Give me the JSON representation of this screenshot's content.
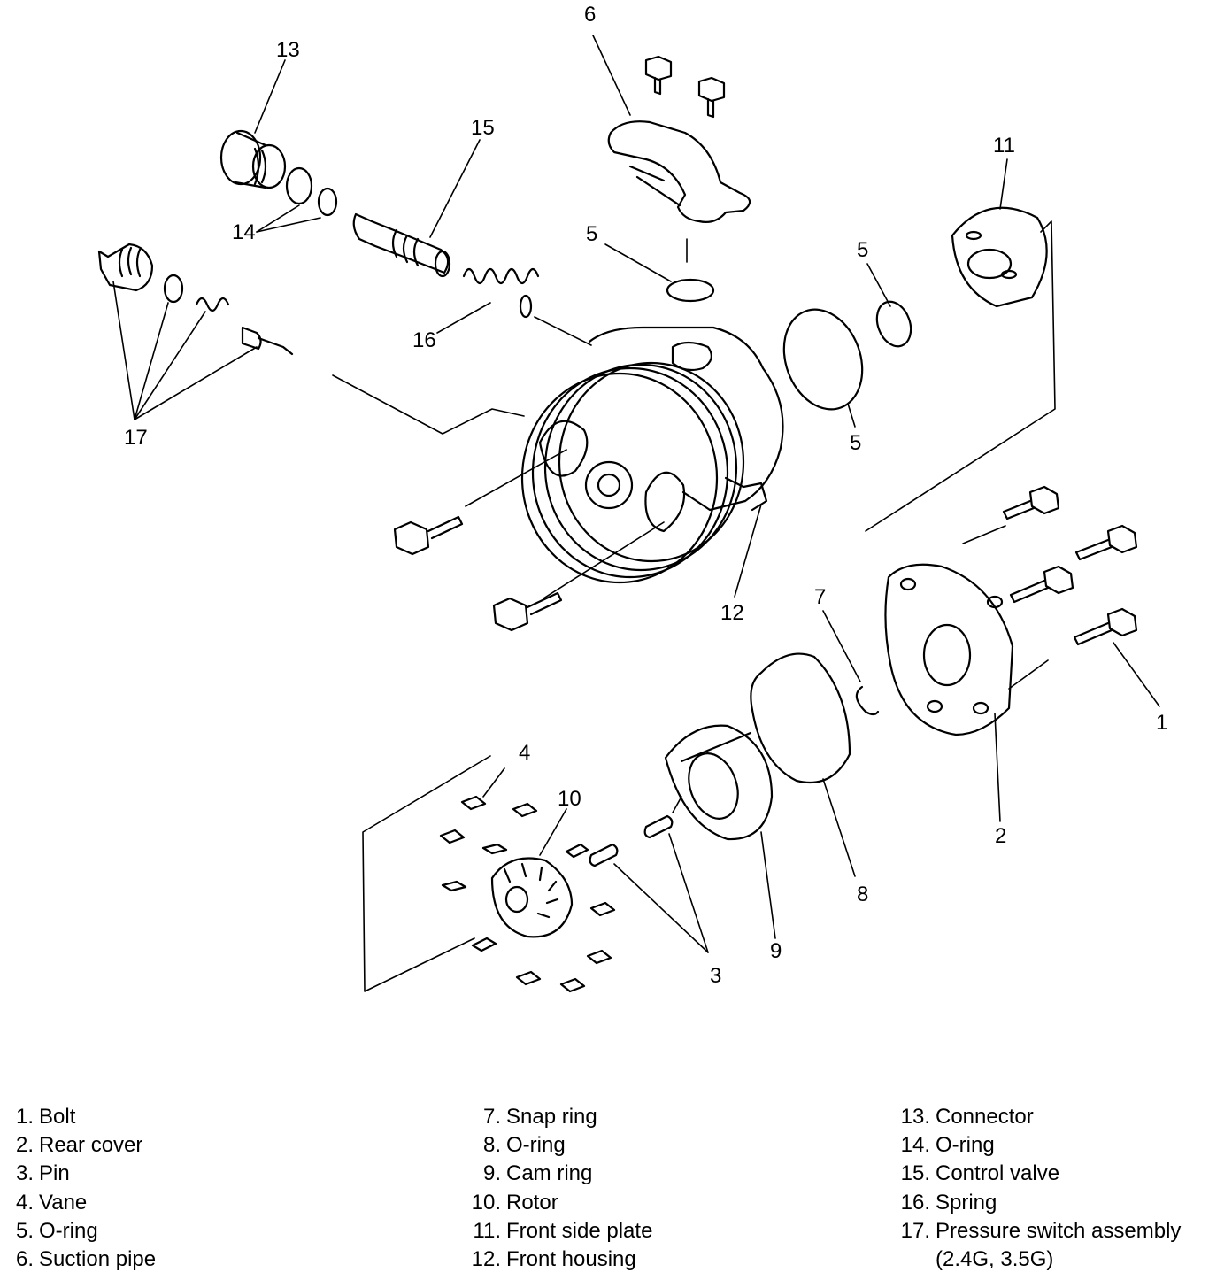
{
  "callouts": {
    "c1": "1",
    "c2": "2",
    "c3": "3",
    "c4": "4",
    "c5a": "5",
    "c5b": "5",
    "c5c": "5",
    "c6": "6",
    "c7": "7",
    "c8": "8",
    "c9": "9",
    "c10": "10",
    "c11": "11",
    "c12": "12",
    "c13": "13",
    "c14": "14",
    "c15": "15",
    "c16": "16",
    "c17": "17"
  },
  "legend": {
    "col1": [
      {
        "num": "1.",
        "text": "Bolt"
      },
      {
        "num": "2.",
        "text": "Rear cover"
      },
      {
        "num": "3.",
        "text": "Pin"
      },
      {
        "num": "4.",
        "text": "Vane"
      },
      {
        "num": "5.",
        "text": "O-ring"
      },
      {
        "num": "6.",
        "text": "Suction pipe"
      }
    ],
    "col2": [
      {
        "num": "7.",
        "text": "Snap ring"
      },
      {
        "num": "8.",
        "text": "O-ring"
      },
      {
        "num": "9.",
        "text": "Cam ring"
      },
      {
        "num": "10.",
        "text": "Rotor"
      },
      {
        "num": "11.",
        "text": "Front side plate"
      },
      {
        "num": "12.",
        "text": "Front housing"
      }
    ],
    "col3": [
      {
        "num": "13.",
        "text": "Connector"
      },
      {
        "num": "14.",
        "text": "O-ring"
      },
      {
        "num": "15.",
        "text": "Control valve"
      },
      {
        "num": "16.",
        "text": "Spring"
      },
      {
        "num": "17.",
        "text": "Pressure switch assembly"
      }
    ],
    "col3_continuation": "(2.4G, 3.5G)"
  }
}
